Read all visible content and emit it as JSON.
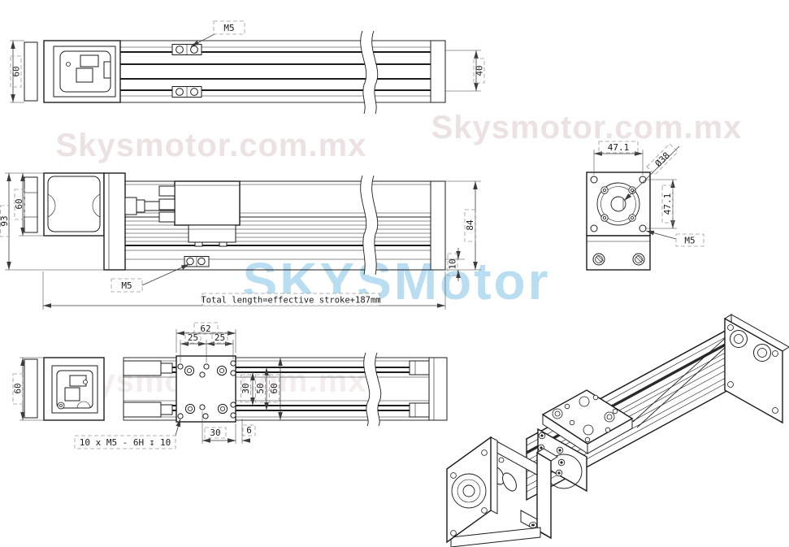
{
  "watermarks": {
    "site_text_1": "Skysmotor.com.mx",
    "site_text_2": "Skysmotor.com.mx",
    "site_text_3": "Skysmotor.com.mx",
    "brand_text": "SKYSMotor",
    "site_color": "#ece2e2",
    "brand_color": "#b9def2"
  },
  "side_view": {
    "dim_body_height": "60",
    "dim_slider_height": "40",
    "label_m5": "M5"
  },
  "front_view": {
    "dim_overall_height": "93",
    "dim_motor_height": "60",
    "dim_rail_height": "84",
    "dim_base_height": "10",
    "label_m5": "M5",
    "note_total_length": "Total length=effective stroke+187mm"
  },
  "end_view": {
    "dim_hole_spacing_h": "47.1",
    "dim_hole_spacing_v": "47.1",
    "dim_pilot_dia": "Ø38",
    "label_m5": "M5"
  },
  "plan_view": {
    "dim_plate_width": "62",
    "dim_pitch_left": "25",
    "dim_pitch_right": "25",
    "dim_span_inner": "30",
    "dim_span_mid": "50",
    "dim_span_outer": "60",
    "dim_offset_bottom": "30",
    "dim_gap": "6",
    "dim_motor_width": "60",
    "thread_callout": "10 x M5 - 6H ↧ 10"
  }
}
